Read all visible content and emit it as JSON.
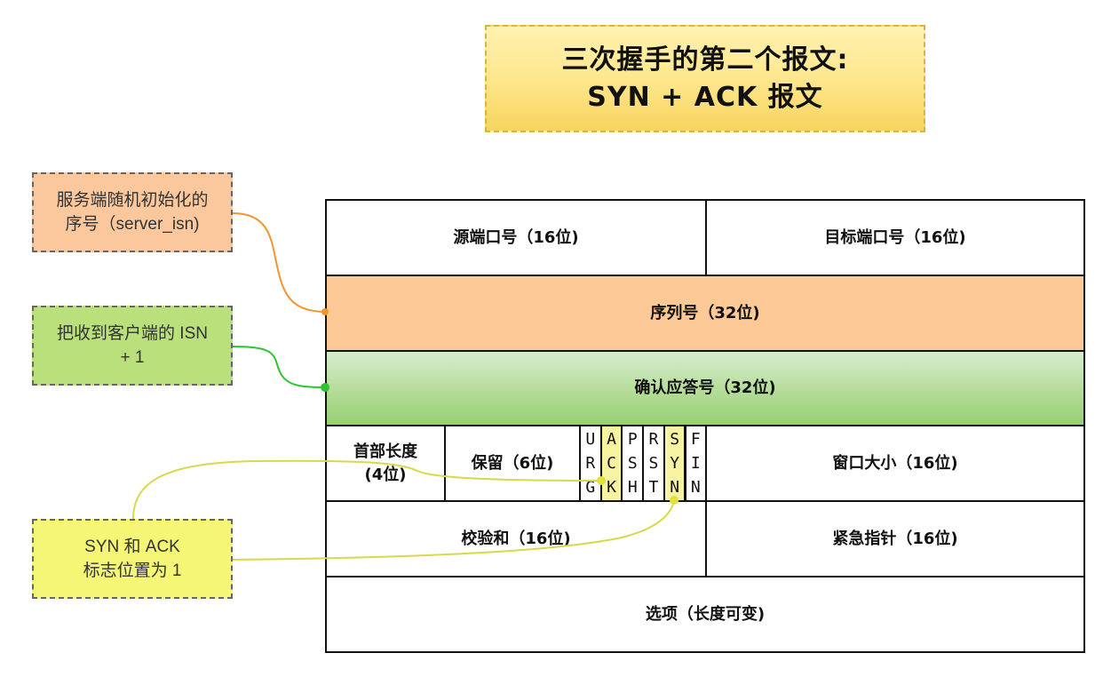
{
  "title": {
    "line1": "三次握手的第二个报文:",
    "line2": "SYN + ACK 报文"
  },
  "notes": {
    "server_isn": {
      "line1": "服务端随机初始化的",
      "line2": "序号（server_isn)",
      "color": "#fac89c"
    },
    "ack_isn": {
      "line1": "把收到客户端的 ISN",
      "line2": "+ 1",
      "color": "#b9e07a"
    },
    "flags": {
      "line1": "SYN 和 ACK",
      "line2": "标志位置为 1",
      "color": "#f5f576"
    }
  },
  "header": {
    "source_port": "源端口号（16位)",
    "dest_port": "目标端口号（16位)",
    "sequence": "序列号（32位)",
    "ack_number": "确认应答号（32位)",
    "header_length_1": "首部长度",
    "header_length_2": "(4位)",
    "reserved": "保留（6位)",
    "flags": [
      {
        "letters": [
          "U",
          "R",
          "G"
        ],
        "set": false
      },
      {
        "letters": [
          "A",
          "C",
          "K"
        ],
        "set": true
      },
      {
        "letters": [
          "P",
          "S",
          "H"
        ],
        "set": false
      },
      {
        "letters": [
          "R",
          "S",
          "T"
        ],
        "set": false
      },
      {
        "letters": [
          "S",
          "Y",
          "N"
        ],
        "set": true
      },
      {
        "letters": [
          "F",
          "I",
          "N"
        ],
        "set": false
      }
    ],
    "window": "窗口大小（16位)",
    "checksum": "校验和（16位)",
    "urgent": "紧急指针（16位)",
    "options": "选项（长度可变)"
  },
  "colors": {
    "sequence_fill": "#fcc896",
    "ack_fill_top": "#d6ecd0",
    "ack_fill_bottom": "#95cf72",
    "flag_highlight": "#f7f3a0",
    "orange_link": "#f0962e",
    "green_link": "#2ec42e",
    "yellow_link": "#d8d84a"
  }
}
